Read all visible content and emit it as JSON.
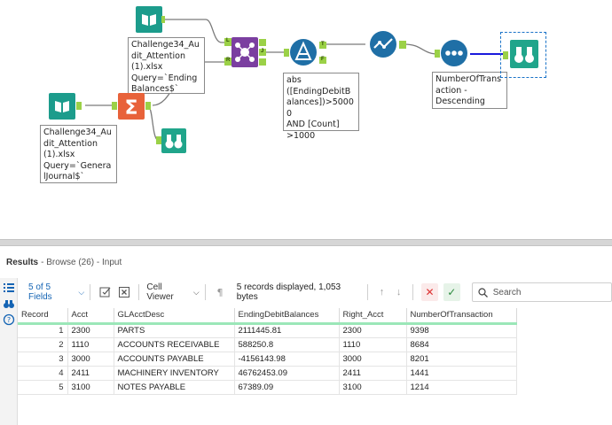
{
  "canvas": {
    "annotations": {
      "ending_balances": "Challenge34_Audit_Attention\n(1).xlsx\nQuery=`EndingBalances$`",
      "general_journal": "Challenge34_Audit_Attention\n(1).xlsx\nQuery=`GeneralJournal$`",
      "filter": "abs\n([EndingDebitBalances])>50000\nAND [Count]\n>1000",
      "sort": "NumberOfTransaction -\nDescending"
    },
    "join_anchors": {
      "left": "L",
      "join": "J",
      "right": "R"
    },
    "filter_anchors": {
      "true": "T",
      "false": "F"
    },
    "colors": {
      "input_tool": "#1c9c8c",
      "summarize_tool": "#e8623a",
      "join_tool": "#7b3fa0",
      "filter_tool": "#1f6fa6",
      "formula_tool": "#1f6fa6",
      "sort_tool": "#1f6fa6",
      "browse_tool": "#20a58b",
      "connector_anchor": "#9bd147",
      "selected_connection": "#1a1adc"
    }
  },
  "results": {
    "title": "Results",
    "subtitle": "- Browse (26) - Input",
    "toolbar": {
      "fields_label": "5 of 5 Fields",
      "cell_viewer_label": "Cell Viewer",
      "records_info": "5 records displayed, 1,053 bytes",
      "search_placeholder": "Search"
    },
    "columns": [
      "Record",
      "Acct",
      "GLAcctDesc",
      "EndingDebitBalances",
      "Right_Acct",
      "NumberOfTransaction"
    ],
    "rows": [
      [
        "1",
        "2300",
        "PARTS",
        "2111445.81",
        "2300",
        "9398"
      ],
      [
        "2",
        "1110",
        "ACCOUNTS RECEIVABLE",
        "588250.8",
        "1110",
        "8684"
      ],
      [
        "3",
        "3000",
        "ACCOUNTS PAYABLE",
        "-4156143.98",
        "3000",
        "8201"
      ],
      [
        "4",
        "2411",
        "MACHINERY INVENTORY",
        "46762453.09",
        "2411",
        "1441"
      ],
      [
        "5",
        "3100",
        "NOTES PAYABLE",
        "67389.09",
        "3100",
        "1214"
      ]
    ]
  }
}
